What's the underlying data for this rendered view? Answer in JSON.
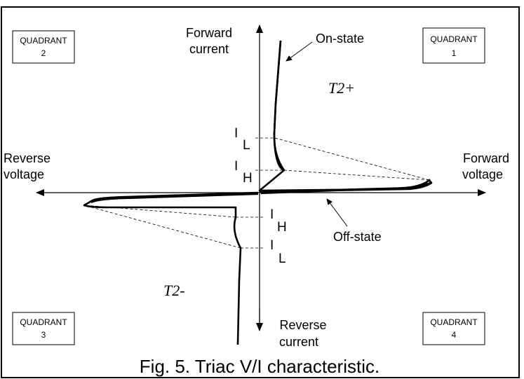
{
  "quadrants": {
    "q1": {
      "word": "QUADRANT",
      "num": "1"
    },
    "q2": {
      "word": "QUADRANT",
      "num": "2"
    },
    "q3": {
      "word": "QUADRANT",
      "num": "3"
    },
    "q4": {
      "word": "QUADRANT",
      "num": "4"
    }
  },
  "axes": {
    "forward_current": [
      "Forward",
      "current"
    ],
    "reverse_current": [
      "Reverse",
      "current"
    ],
    "reverse_voltage": [
      "Reverse",
      "voltage"
    ],
    "forward_voltage": [
      "Forward",
      "voltage"
    ]
  },
  "annotations": {
    "on_state": "On-state",
    "off_state": "Off-state",
    "t2_plus": "T2+",
    "t2_minus": "T2-"
  },
  "currents": {
    "i_letter": "I",
    "l_sub": "L",
    "h_sub": "H"
  },
  "caption": "Fig. 5.  Triac V/I characteristic."
}
